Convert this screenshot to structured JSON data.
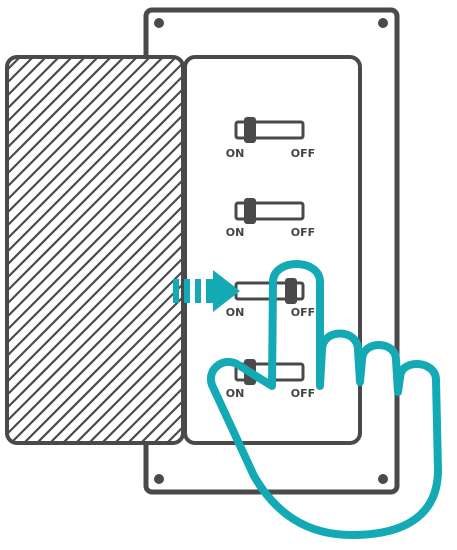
{
  "colors": {
    "outline": "#4a4a4a",
    "accent": "#13aab6",
    "background": "#ffffff"
  },
  "switches": [
    {
      "on_label": "ON",
      "off_label": "OFF",
      "position": "on"
    },
    {
      "on_label": "ON",
      "off_label": "OFF",
      "position": "on"
    },
    {
      "on_label": "ON",
      "off_label": "OFF",
      "position": "off"
    },
    {
      "on_label": "ON",
      "off_label": "OFF",
      "position": "on"
    }
  ],
  "icons": {
    "arrow": "arrow-right-icon",
    "hand": "pointing-hand-icon"
  }
}
